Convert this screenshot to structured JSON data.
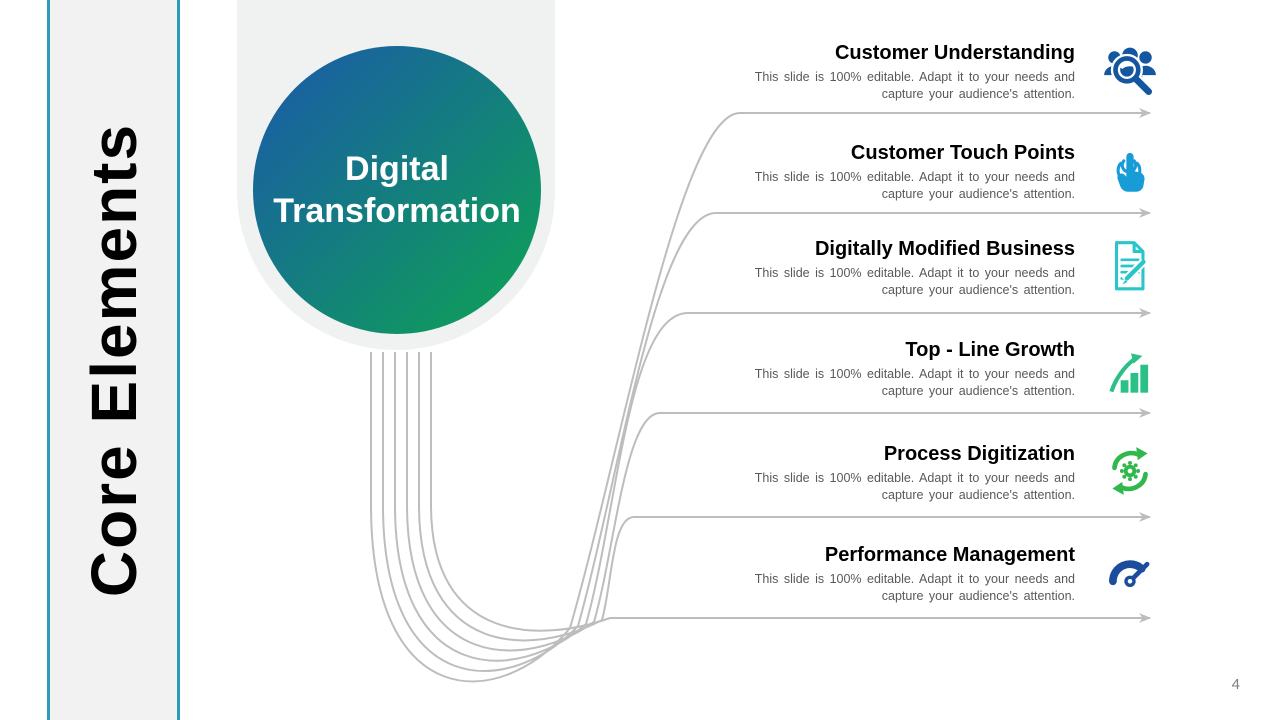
{
  "slide": {
    "page_number": "4",
    "sidebar": {
      "title": "Core Elements"
    },
    "hub": {
      "title_line1": "Digital",
      "title_line2": "Transformation"
    },
    "items": [
      {
        "title": "Customer Understanding",
        "description": "This slide is 100% editable. Adapt it to your needs and capture your audience's attention.",
        "icon": "people-search-icon",
        "icon_color": "#1456a0"
      },
      {
        "title": "Customer Touch Points",
        "description": "This slide is 100% editable. Adapt it to your needs and capture your audience's attention.",
        "icon": "touch-gesture-icon",
        "icon_color": "#189cd8"
      },
      {
        "title": "Digitally Modified Business",
        "description": "This slide is 100% editable. Adapt it to your needs and capture your audience's attention.",
        "icon": "document-edit-icon",
        "icon_color": "#29c5c9"
      },
      {
        "title": "Top - Line Growth",
        "description": "This slide is 100% editable. Adapt it to your needs and capture your audience's attention.",
        "icon": "growth-chart-icon",
        "icon_color": "#2bc186"
      },
      {
        "title": "Process Digitization",
        "description": "This slide is 100% editable. Adapt it to your needs and capture your audience's attention.",
        "icon": "sync-gear-icon",
        "icon_color": "#30b84d"
      },
      {
        "title": "Performance Management",
        "description": "This slide is 100% editable. Adapt it to your needs and capture your audience's attention.",
        "icon": "gauge-icon",
        "icon_color": "#1c4d9c"
      }
    ],
    "colors": {
      "accent-bar": "#2b9cba",
      "sidebar-bg": "#f2f2f2",
      "capsule-bg": "#f0f1f1",
      "circle-blue": "#1b58ab",
      "circle-green": "#0da452",
      "connector": "#bdbdbd",
      "heading": "#000000",
      "body-text": "#595959",
      "page-number": "#7f7f7f"
    }
  }
}
